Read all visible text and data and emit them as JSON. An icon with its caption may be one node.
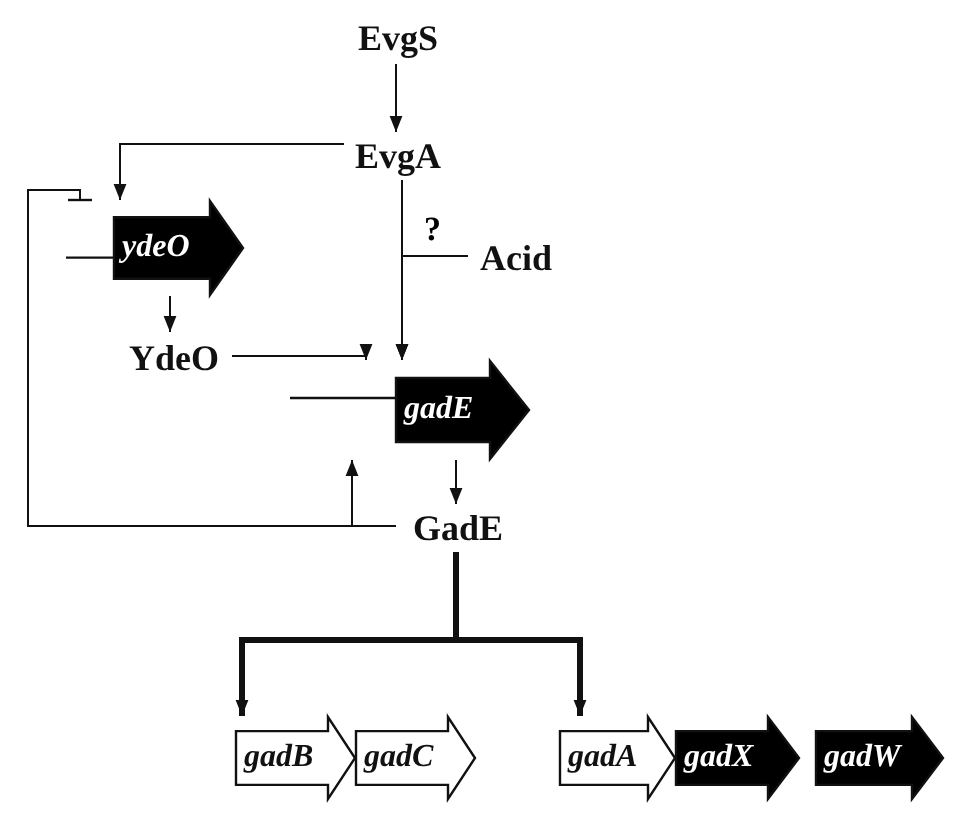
{
  "diagram": {
    "nodes": [
      {
        "text": [
          "EvgS"
        ]
      },
      {
        "text": [
          "EvgA"
        ]
      },
      {
        "text": [
          "ydeO"
        ]
      },
      {
        "text": [
          "Acid"
        ]
      },
      {
        "text": [
          "YdeO"
        ]
      },
      {
        "text": [
          "gadE"
        ]
      },
      {
        "text": [
          "GadE"
        ]
      },
      {
        "text": [
          "gadB"
        ]
      },
      {
        "text": [
          "gadC"
        ]
      },
      {
        "text": [
          "gadA"
        ]
      },
      {
        "text": [
          "gadX"
        ]
      },
      {
        "text": [
          "gadW"
        ]
      }
    ],
    "edges": [
      {
        "from": 0,
        "to": 1,
        "arrow": "to"
      },
      {
        "from": 1,
        "to": 2,
        "arrow": "to"
      },
      {
        "from": 1,
        "to": 5,
        "arrow": "to"
      },
      {
        "from": 3,
        "to": 5,
        "arrow": "to",
        "label": "?"
      },
      {
        "from": 2,
        "to": 4,
        "arrow": "to"
      },
      {
        "from": 4,
        "to": 5,
        "arrow": "to"
      },
      {
        "from": 5,
        "to": 6,
        "arrow": "to"
      },
      {
        "from": 6,
        "to": 5,
        "arrow": "to"
      },
      {
        "from": 6,
        "to": 2,
        "arrow": "other"
      },
      {
        "from": 6,
        "to": 7,
        "arrow": "to",
        "style": "thick"
      },
      {
        "from": 6,
        "to": 9,
        "arrow": "to",
        "style": "thick"
      }
    ]
  }
}
